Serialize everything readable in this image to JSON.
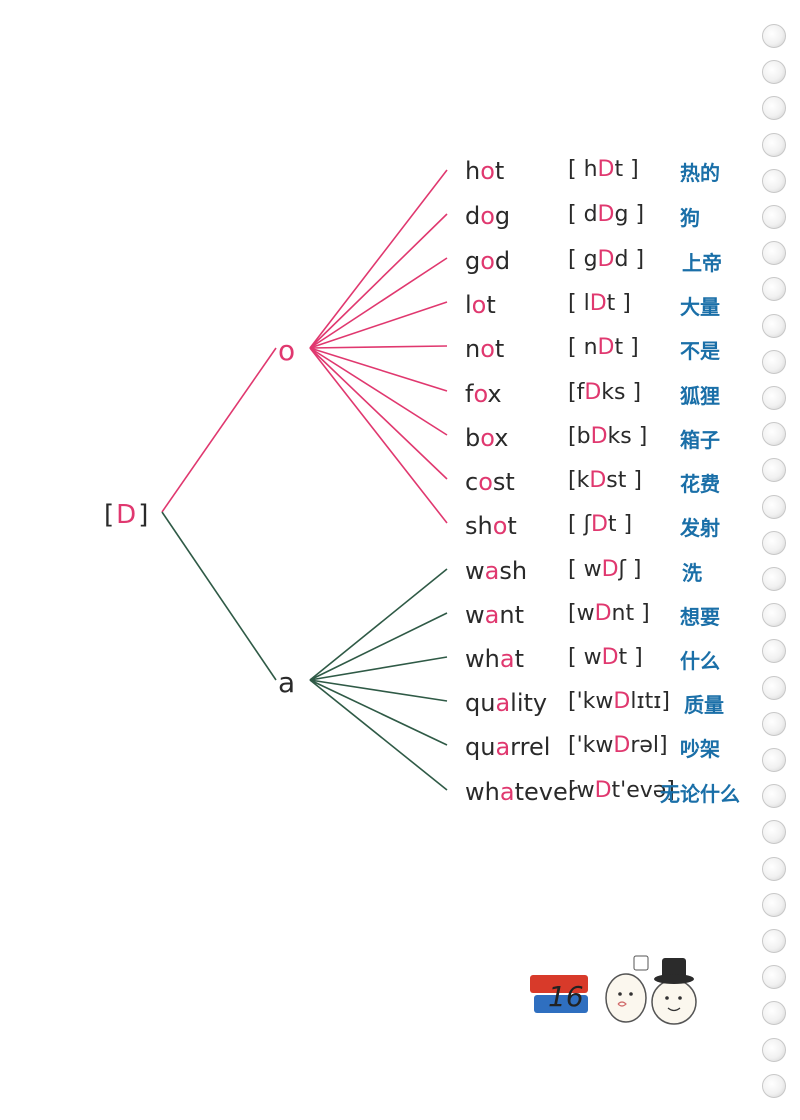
{
  "root": {
    "open": "[",
    "phoneme": "D",
    "close": "]"
  },
  "branches": {
    "o": {
      "letter": "o",
      "color": "#e0386f"
    },
    "a": {
      "letter": "a",
      "color": "#2f5a46"
    }
  },
  "words": [
    {
      "pre": "h",
      "hl": "o",
      "post": "t",
      "ipa_pre": "[ h",
      "ipa_hl": "D",
      "ipa_post": "t ]",
      "meaning": "热的",
      "branch": "o"
    },
    {
      "pre": "d",
      "hl": "o",
      "post": "g",
      "ipa_pre": "[ d",
      "ipa_hl": "D",
      "ipa_post": "g ]",
      "meaning": "狗",
      "branch": "o"
    },
    {
      "pre": "g",
      "hl": "o",
      "post": "d",
      "ipa_pre": "[ g",
      "ipa_hl": "D",
      "ipa_post": "d ]",
      "meaning": "上帝",
      "branch": "o"
    },
    {
      "pre": "l",
      "hl": "o",
      "post": "t",
      "ipa_pre": "[ l",
      "ipa_hl": "D",
      "ipa_post": "t ]",
      "meaning": "大量",
      "branch": "o"
    },
    {
      "pre": "n",
      "hl": "o",
      "post": "t",
      "ipa_pre": "[ n",
      "ipa_hl": "D",
      "ipa_post": "t ]",
      "meaning": "不是",
      "branch": "o"
    },
    {
      "pre": "f",
      "hl": "o",
      "post": "x",
      "ipa_pre": "[f",
      "ipa_hl": "D",
      "ipa_post": "ks ]",
      "meaning": "狐狸",
      "branch": "o"
    },
    {
      "pre": "b",
      "hl": "o",
      "post": "x",
      "ipa_pre": "[b",
      "ipa_hl": "D",
      "ipa_post": "ks ]",
      "meaning": "箱子",
      "branch": "o"
    },
    {
      "pre": "c",
      "hl": "o",
      "post": "st",
      "ipa_pre": "[k",
      "ipa_hl": "D",
      "ipa_post": "st ]",
      "meaning": "花费",
      "branch": "o"
    },
    {
      "pre": "sh",
      "hl": "o",
      "post": "t",
      "ipa_pre": "[ ʃ",
      "ipa_hl": "D",
      "ipa_post": "t ]",
      "meaning": "发射",
      "branch": "o"
    },
    {
      "pre": "w",
      "hl": "a",
      "post": "sh",
      "ipa_pre": "[ w",
      "ipa_hl": "D",
      "ipa_post": "ʃ ]",
      "meaning": "洗",
      "branch": "a"
    },
    {
      "pre": "w",
      "hl": "a",
      "post": "nt",
      "ipa_pre": "[w",
      "ipa_hl": "D",
      "ipa_post": "nt ]",
      "meaning": "想要",
      "branch": "a"
    },
    {
      "pre": "wh",
      "hl": "a",
      "post": "t",
      "ipa_pre": "[ w",
      "ipa_hl": "D",
      "ipa_post": "t ]",
      "meaning": "什么",
      "branch": "a"
    },
    {
      "pre": "qu",
      "hl": "a",
      "post": "lity",
      "ipa_pre": "['kw",
      "ipa_hl": "D",
      "ipa_post": "lɪtɪ]",
      "meaning": "质量",
      "branch": "a"
    },
    {
      "pre": "qu",
      "hl": "a",
      "post": "rrel",
      "ipa_pre": "['kw",
      "ipa_hl": "D",
      "ipa_post": "rəl]",
      "meaning": "吵架",
      "branch": "a"
    },
    {
      "pre": "wh",
      "hl": "a",
      "post": "tever",
      "ipa_pre": "[w",
      "ipa_hl": "D",
      "ipa_post": "t'evə]",
      "meaning": "无论什么",
      "branch": "a"
    }
  ],
  "page_number": "16"
}
